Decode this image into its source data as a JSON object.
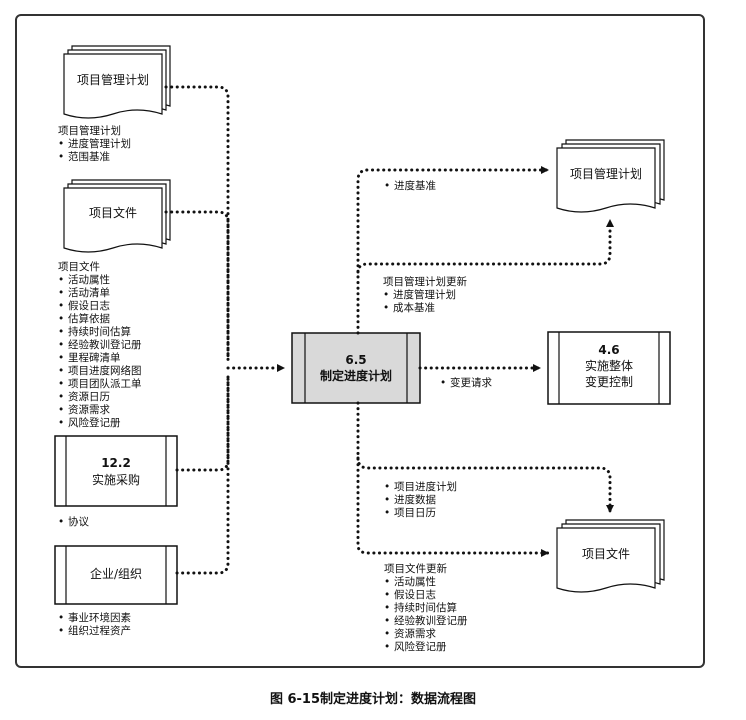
{
  "inputs": {
    "pm_plan": {
      "doc_label": "项目管理计划",
      "title": "项目管理计划",
      "items": [
        "进度管理计划",
        "范围基准"
      ]
    },
    "project_docs": {
      "doc_label": "项目文件",
      "title": "项目文件",
      "items": [
        "活动属性",
        "活动清单",
        "假设日志",
        "估算依据",
        "持续时间估算",
        "经验教训登记册",
        "里程碑清单",
        "项目进度网络图",
        "项目团队派工单",
        "资源日历",
        "资源需求",
        "风险登记册"
      ]
    },
    "procurement": {
      "number": "12.2",
      "name": "实施采购",
      "items": [
        "协议"
      ]
    },
    "enterprise": {
      "name": "企业/组织",
      "items": [
        "事业环境因素",
        "组织过程资产"
      ]
    }
  },
  "process": {
    "number": "6.5",
    "name": "制定进度计划"
  },
  "outputs": {
    "pm_plan": {
      "doc_label": "项目管理计划",
      "label_items": [
        "进度基准"
      ],
      "update_title": "项目管理计划更新",
      "update_items": [
        "进度管理计划",
        "成本基准"
      ]
    },
    "integrated_change": {
      "number": "4.6",
      "name_line1": "实施整体",
      "name_line2": "变更控制",
      "label_items": [
        "变更请求"
      ]
    },
    "project_docs": {
      "doc_label": "项目文件",
      "label_items": [
        "项目进度计划",
        "进度数据",
        "项目日历"
      ],
      "update_title": "项目文件更新",
      "update_items": [
        "活动属性",
        "假设日志",
        "持续时间估算",
        "经验教训登记册",
        "资源需求",
        "风险登记册"
      ]
    }
  },
  "caption": "图 6-15制定进度计划：数据流程图",
  "colors": {
    "process_fill": "#d9d9d9",
    "line": "#111111"
  }
}
